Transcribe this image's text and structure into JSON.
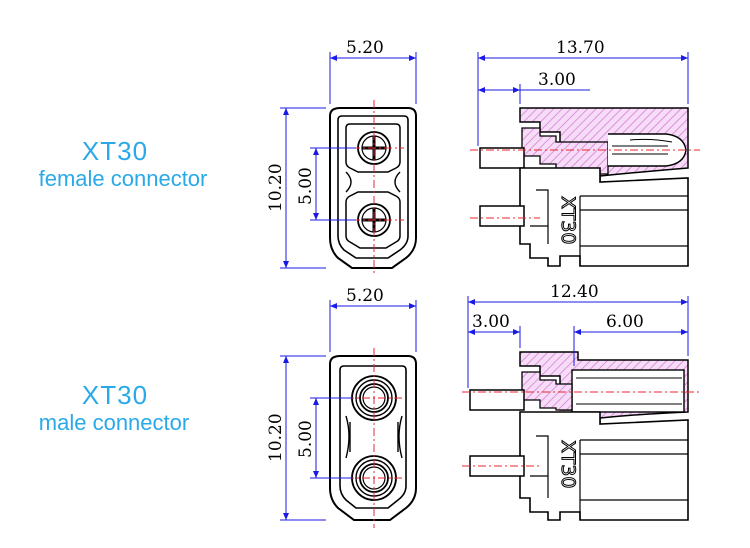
{
  "female": {
    "title": "XT30",
    "subtitle": "female connector",
    "dims": {
      "front_width": "5.20",
      "front_height": "10.20",
      "pin_pitch": "5.00",
      "side_length": "13.70",
      "side_offset": "3.00"
    }
  },
  "male": {
    "title": "XT30",
    "subtitle": "male connector",
    "dims": {
      "front_width": "5.20",
      "front_height": "10.20",
      "pin_pitch": "5.00",
      "side_length": "12.40",
      "side_offset": "3.00",
      "side_socket": "6.00"
    }
  },
  "body_marking": "XT30",
  "colors": {
    "dimension_line": "#1a1ae6",
    "center_line": "#e8242c",
    "hatch": "#d67fd6",
    "label": "#29a9e8"
  }
}
